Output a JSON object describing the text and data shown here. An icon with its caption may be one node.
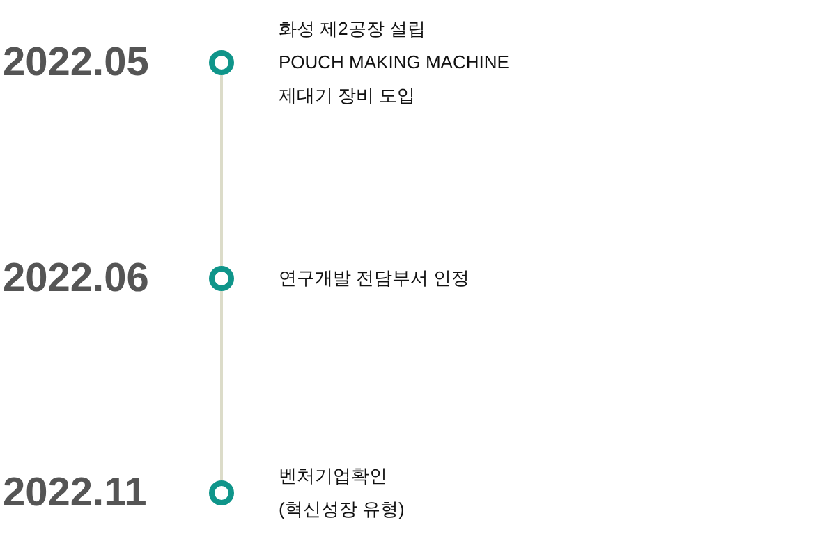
{
  "diagram": {
    "nodes": [
      {
        "text": [],
        "shape": "circle",
        "beside": [
          "2022.05",
          "화성 제2공장 설립",
          "POUCH MAKING MACHINE",
          "제대기 장비 도입"
        ]
      },
      {
        "text": [],
        "shape": "circle",
        "beside": [
          "2022.06",
          "연구개발 전담부서 인정"
        ]
      },
      {
        "text": [],
        "shape": "circle",
        "beside": [
          "2022.11",
          "벤처기업확인 (혁신성장 유형)"
        ]
      }
    ],
    "edges": [
      {
        "from": 0,
        "to": 1,
        "arrow": "none"
      },
      {
        "from": 1,
        "to": 2,
        "arrow": "none"
      }
    ]
  }
}
